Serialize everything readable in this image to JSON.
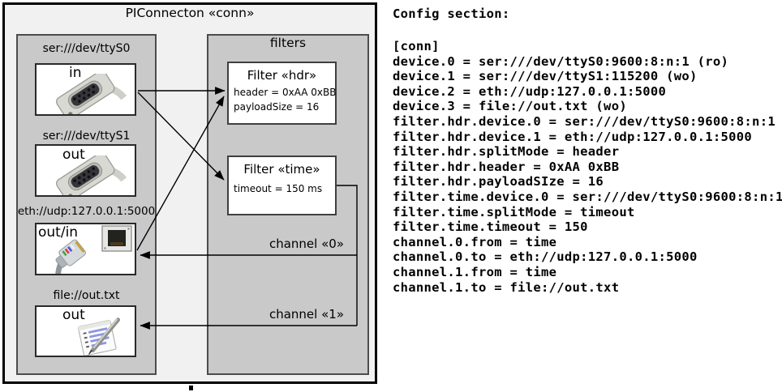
{
  "diagram": {
    "title": "PIConnecton «conn»",
    "devices": [
      {
        "uri": "ser:///dev/ttyS0",
        "port": "in",
        "icon": "serial-connector-icon"
      },
      {
        "uri": "ser:///dev/ttyS1",
        "port": "out",
        "icon": "serial-connector-icon"
      },
      {
        "uri": "eth://udp:127.0.0.1:5000",
        "port": "out/in",
        "icon": "ethernet-connector-icon"
      },
      {
        "uri": "file://out.txt",
        "port": "out",
        "icon": "notepad-icon"
      }
    ],
    "filters_panel_title": "filters",
    "filters": [
      {
        "title": "Filter «hdr»",
        "properties": {
          "0": "header = 0xAA 0xBB",
          "1": "payloadSize = 16"
        }
      },
      {
        "title": "Filter «time»",
        "properties": {
          "0": "timeout = 150 ms"
        }
      }
    ],
    "channels": [
      {
        "label": "channel «0»"
      },
      {
        "label": "channel «1»"
      }
    ]
  },
  "config": {
    "heading": "Config section:",
    "lines": [
      "[conn]",
      "device.0 = ser:///dev/ttyS0:9600:8:n:1 (ro)",
      "device.1 = ser:///dev/ttyS1:115200 (wo)",
      "device.2 = eth://udp:127.0.0.1:5000",
      "device.3 = file://out.txt (wo)",
      "filter.hdr.device.0 = ser:///dev/ttyS0:9600:8:n:1",
      "filter.hdr.device.1 = eth://udp:127.0.0.1:5000",
      "filter.hdr.splitMode = header",
      "filter.hdr.header = 0xAA 0xBB",
      "filter.hdr.payloadSIze = 16",
      "filter.time.device.0 = ser:///dev/ttyS0:9600:8:n:1",
      "filter.time.splitMode = timeout",
      "filter.time.timeout = 150",
      "channel.0.from = time",
      "channel.0.to = eth://udp:127.0.0.1:5000",
      "channel.1.from = time",
      "channel.1.to = file://out.txt"
    ]
  },
  "colors": {
    "outer_fill": "#f1f1f1",
    "panel_fill": "#c9c9c9",
    "box_fill": "#ffffff",
    "border": "#000000",
    "text": "#000000"
  }
}
